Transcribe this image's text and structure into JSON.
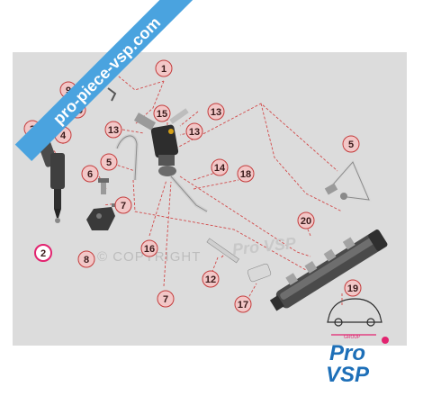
{
  "watermark_banner": {
    "text": "pro-piece-vsp.com",
    "color": "#4aa3df"
  },
  "copyright": {
    "text": "© COPYRIGHT",
    "brand": "Pro VSP"
  },
  "logo": {
    "group": "GROUP",
    "line1": "Pro",
    "line2": "VSP",
    "color": "#1d6fb8",
    "accent": "#e2236f"
  },
  "colors": {
    "panel": "#dcdcdc",
    "callout_fill": "#f2c7c7",
    "callout_stroke": "#c43c3c",
    "leader": "#d24a4a",
    "highlight": "#e2236f"
  },
  "callouts": [
    {
      "id": "c1",
      "label": "1"
    },
    {
      "id": "c9",
      "label": "9"
    },
    {
      "id": "c10",
      "label": "10"
    },
    {
      "id": "c15",
      "label": "15"
    },
    {
      "id": "c13a",
      "label": "13"
    },
    {
      "id": "c13b",
      "label": "13"
    },
    {
      "id": "c13c",
      "label": "13"
    },
    {
      "id": "c3",
      "label": "3"
    },
    {
      "id": "c4",
      "label": "4"
    },
    {
      "id": "c5a",
      "label": "5"
    },
    {
      "id": "c5b",
      "label": "5"
    },
    {
      "id": "c6",
      "label": "6"
    },
    {
      "id": "c7a",
      "label": "7"
    },
    {
      "id": "c7b",
      "label": "7"
    },
    {
      "id": "c8",
      "label": "8"
    },
    {
      "id": "c2",
      "label": "2",
      "highlighted": true
    },
    {
      "id": "c14",
      "label": "14"
    },
    {
      "id": "c18",
      "label": "18"
    },
    {
      "id": "c16",
      "label": "16"
    },
    {
      "id": "c20",
      "label": "20"
    },
    {
      "id": "c12",
      "label": "12"
    },
    {
      "id": "c17",
      "label": "17"
    },
    {
      "id": "c19",
      "label": "19"
    }
  ]
}
